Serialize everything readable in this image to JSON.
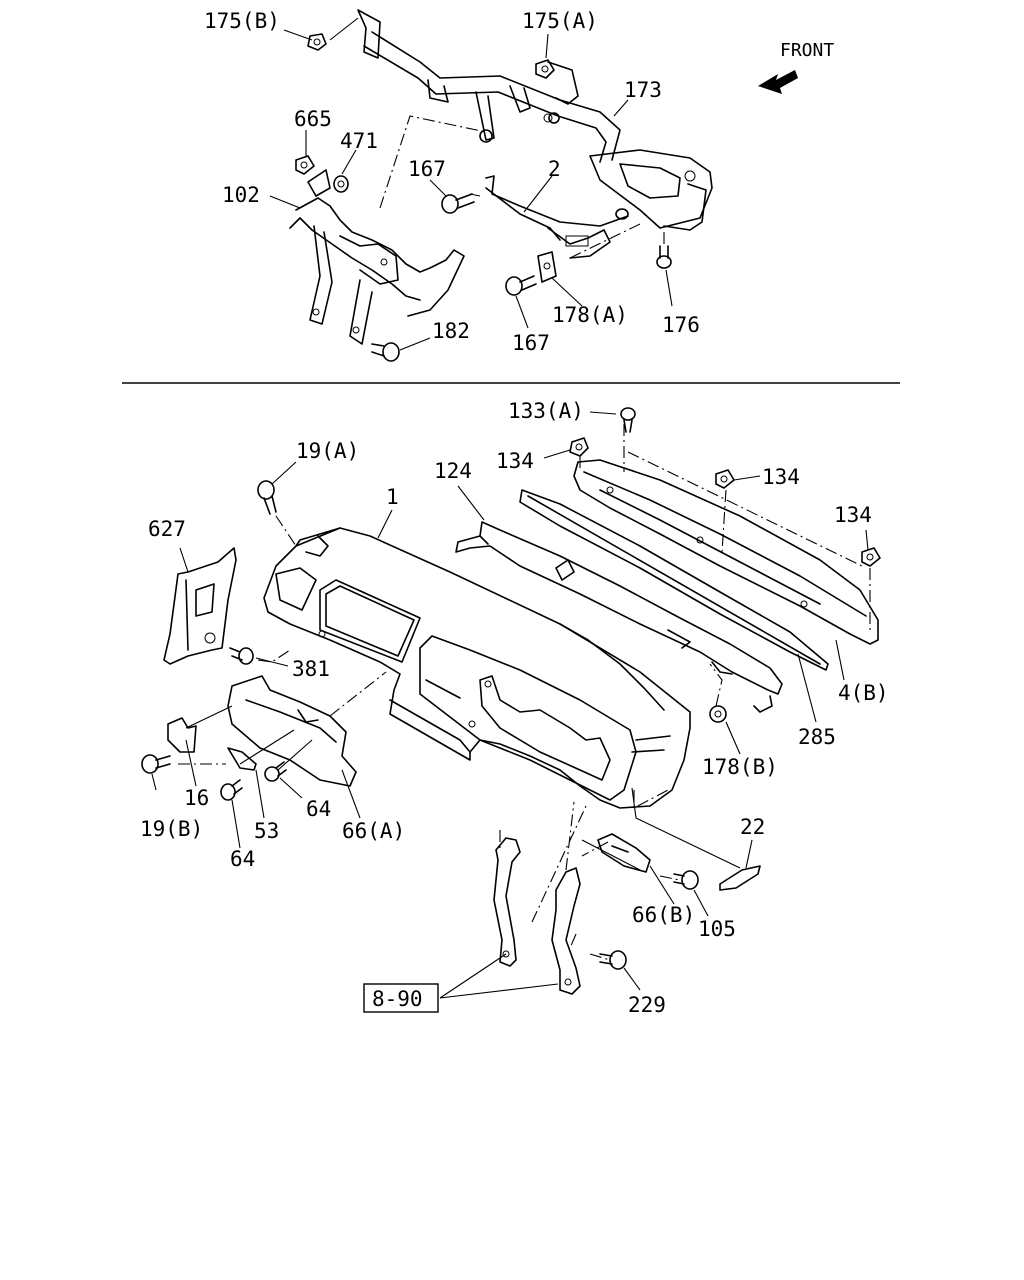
{
  "front_label": "FRONT",
  "upper_labels": {
    "l175b": "175(B)",
    "l175a": "175(A)",
    "l173": "173",
    "l665": "665",
    "l471": "471",
    "l167a": "167",
    "l2": "2",
    "l102": "102",
    "l178a": "178(A)",
    "l176": "176",
    "l167b": "167",
    "l182": "182"
  },
  "lower_labels": {
    "l133a": "133(A)",
    "l134a": "134",
    "l134b": "134",
    "l134c": "134",
    "l124": "124",
    "l19a": "19(A)",
    "l1": "1",
    "l627": "627",
    "l381": "381",
    "l4b": "4(B)",
    "l285": "285",
    "l178b": "178(B)",
    "l16": "16",
    "l19b": "19(B)",
    "l53": "53",
    "l64a": "64",
    "l64b": "64",
    "l66a": "66(A)",
    "l22": "22",
    "l66b": "66(B)",
    "l105": "105",
    "l890": "8-90",
    "l229": "229"
  }
}
